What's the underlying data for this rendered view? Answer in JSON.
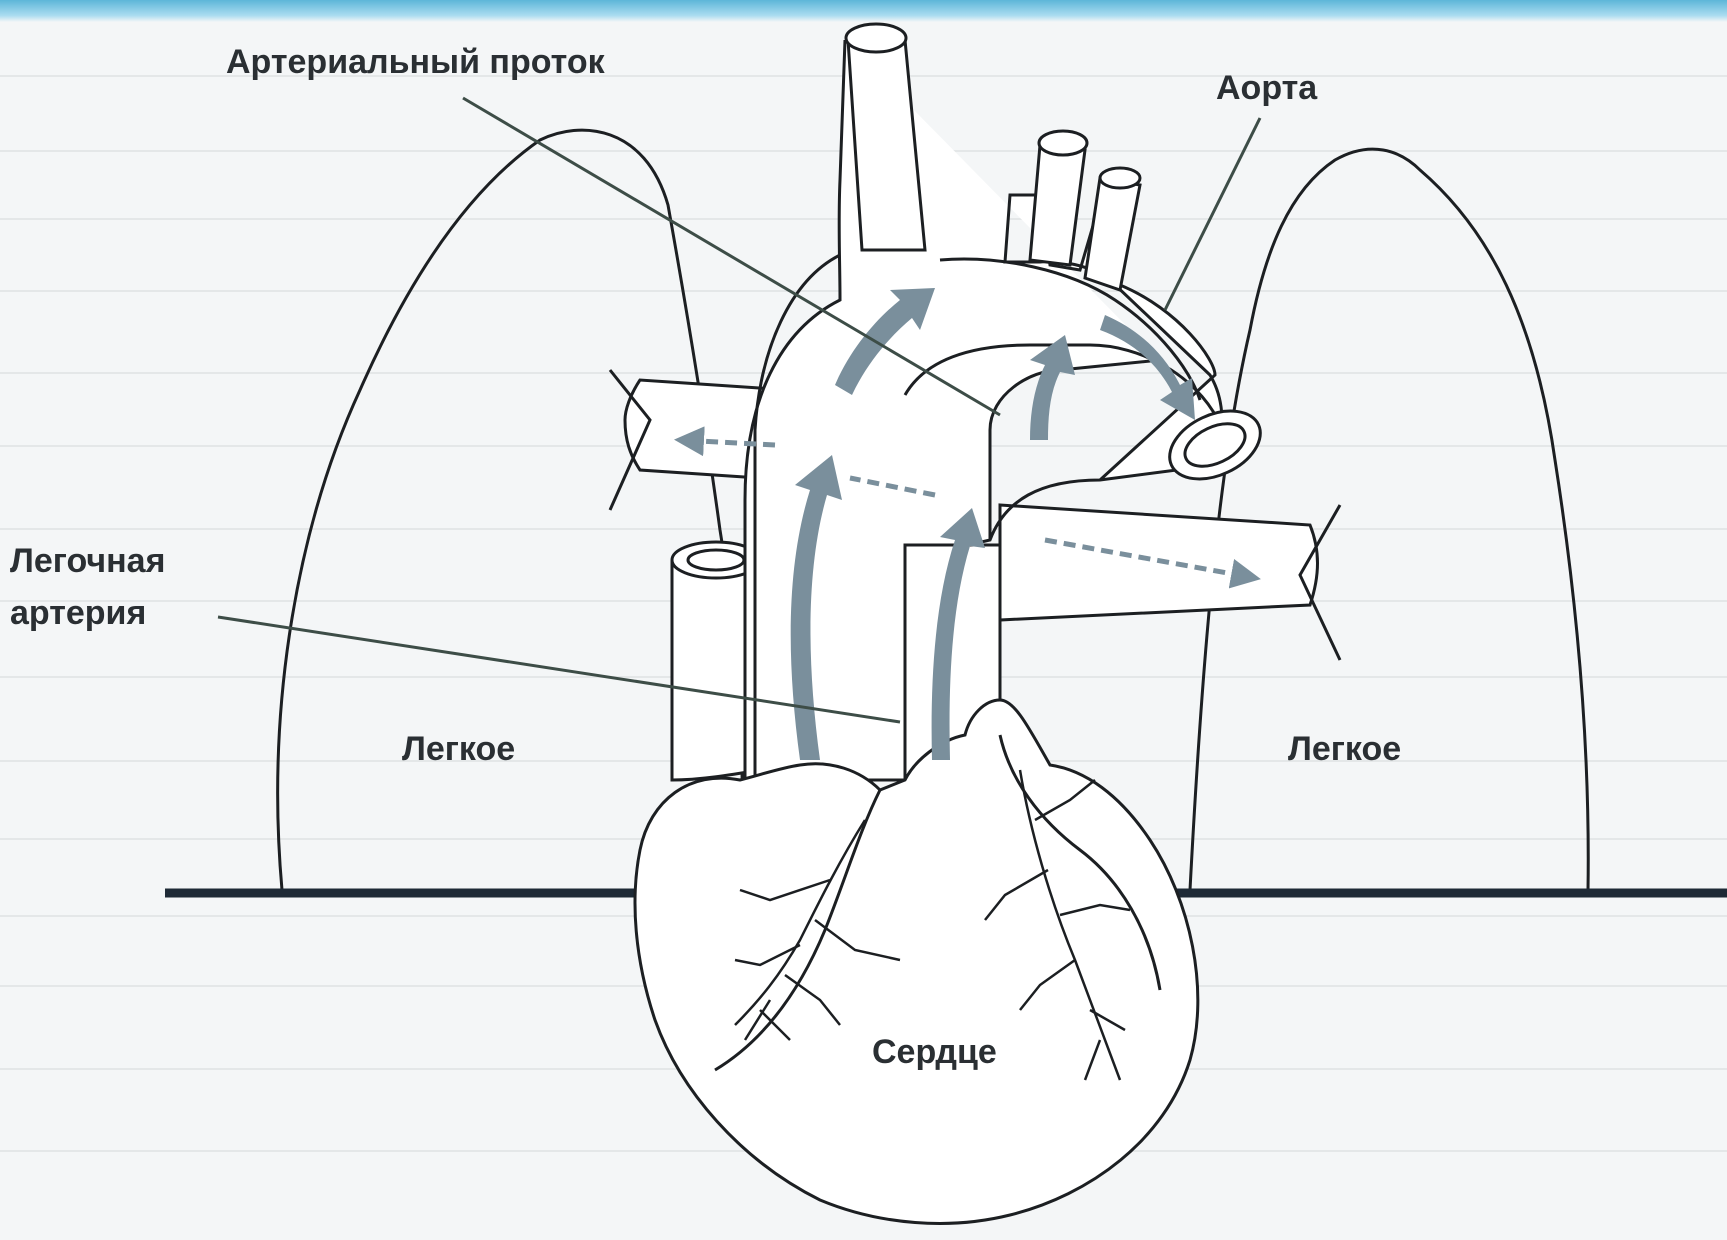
{
  "labels": {
    "ductus": "Артериальный проток",
    "aorta": "Аорта",
    "pulmonary_line1": "Легочная",
    "pulmonary_line2": "артерия",
    "lung_left": "Легкое",
    "lung_right": "Легкое",
    "heart": "Сердце"
  },
  "colors": {
    "outline": "#1c1f22",
    "flow_arrow": "#7a8f9c",
    "leader_line": "#3d4d47",
    "baseline": "#1e2a36",
    "background": "#f4f6f7"
  }
}
